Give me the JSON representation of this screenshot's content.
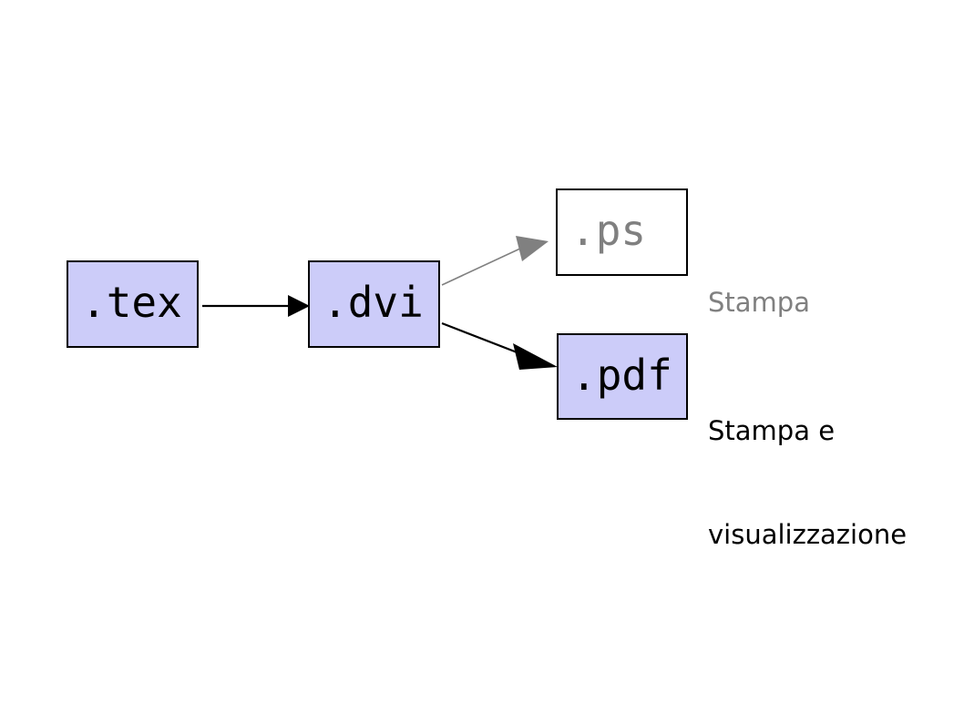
{
  "diagram": {
    "title_text": "",
    "background_color": "#ffffff",
    "nodes": [
      {
        "id": "tex",
        "label": ".tex",
        "fill": "#ccccf9",
        "text_color": "#000000",
        "border_color": "#000000"
      },
      {
        "id": "dvi",
        "label": ".dvi",
        "fill": "#ccccf9",
        "text_color": "#000000",
        "border_color": "#000000"
      },
      {
        "id": "ps",
        "label": ".ps",
        "fill": "#ffffff",
        "text_color": "#808080",
        "border_color": "#000000"
      },
      {
        "id": "pdf",
        "label": ".pdf",
        "fill": "#ccccf9",
        "text_color": "#000000",
        "border_color": "#000000"
      }
    ],
    "edges": [
      {
        "id": "tex-to-dvi",
        "from": ".tex",
        "to": ".dvi",
        "color": "#000000"
      },
      {
        "id": "dvi-to-ps",
        "from": ".dvi",
        "to": ".ps",
        "color": "#808080"
      },
      {
        "id": "dvi-to-pdf",
        "from": ".dvi",
        "to": ".pdf",
        "color": "#000000"
      }
    ],
    "annotations": [
      {
        "id": "ps-note",
        "text": "Stampa",
        "color": "#808080"
      },
      {
        "id": "pdf-note_line1",
        "text": "Stampa e",
        "color": "#000000"
      },
      {
        "id": "pdf-note_line2",
        "text": "visualizzazione",
        "color": "#000000"
      }
    ]
  }
}
